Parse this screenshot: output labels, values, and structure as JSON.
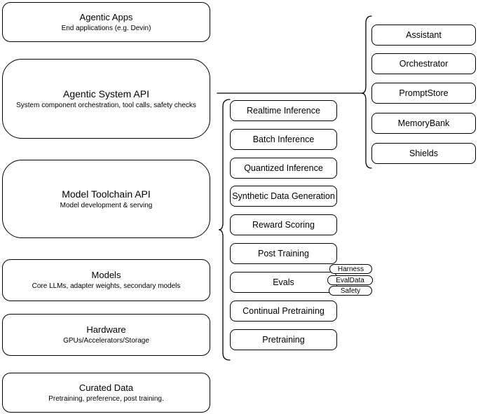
{
  "diagram": {
    "left_stack": {
      "boxes": [
        {
          "title": "Agentic Apps",
          "subtitle": "End applications (e.g. Devin)"
        },
        {
          "title": "Agentic System API",
          "subtitle": "System component orchestration, tool calls, safety checks"
        },
        {
          "title": "Model Toolchain API",
          "subtitle": "Model development & serving"
        },
        {
          "title": "Models",
          "subtitle": "Core LLMs, adapter weights, secondary models"
        },
        {
          "title": "Hardware",
          "subtitle": "GPUs/Accelerators/Storage"
        },
        {
          "title": "Curated Data",
          "subtitle": "Pretraining, preference, post training."
        }
      ]
    },
    "toolchain_services": {
      "items": [
        "Realtime Inference",
        "Batch Inference",
        "Quantized Inference",
        "Synthetic Data Generation",
        "Reward Scoring",
        "Post Training",
        "Evals",
        "Continual Pretraining",
        "Pretraining"
      ]
    },
    "eval_badges": [
      "Harness",
      "EvalData",
      "Safety"
    ],
    "system_services": {
      "items": [
        "Assistant",
        "Orchestrator",
        "PromptStore",
        "MemoryBank",
        "Shields"
      ]
    },
    "colors": {
      "stroke": "#000000",
      "fill": "#ffffff",
      "text": "#000000"
    }
  }
}
